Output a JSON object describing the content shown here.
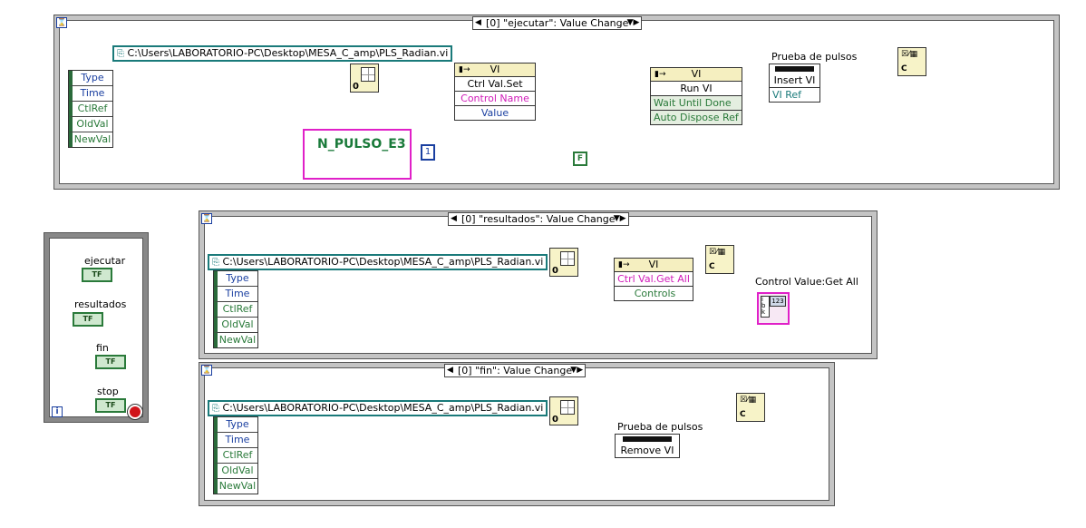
{
  "vi_path": "C:\\Users\\LABORATORIO-PC\\Desktop\\MESA_C_amp\\PLS_Radian.vi",
  "event_node_rows": [
    "Type",
    "Time",
    "CtlRef",
    "OldVal",
    "NewVal"
  ],
  "frame1": {
    "selector": "[0] \"ejecutar\": Value Change",
    "ctrl_val_set": {
      "header": "VI",
      "title": "Ctrl Val.Set",
      "inputs": [
        "Control Name",
        "Value"
      ]
    },
    "run_vi": {
      "header": "VI",
      "title": "Run VI",
      "inputs": [
        "Wait Until Done",
        "Auto Dispose Ref"
      ]
    },
    "insert_vi": {
      "label": "Prueba de pulsos",
      "title": "Insert VI",
      "inputs": [
        "VI Ref"
      ]
    },
    "string_const": "N_PULSO_E3",
    "num_const": "1",
    "bool_const": "F"
  },
  "frame2": {
    "selector": "[0] \"resultados\": Value Change",
    "ctrl_get_all": {
      "header": "VI",
      "title": "Ctrl Val.Get All",
      "outputs": [
        "Controls"
      ]
    },
    "output_label": "Control Value:Get All"
  },
  "frame3": {
    "selector": "[0] \"fin\": Value Change",
    "remove_vi": {
      "label": "Prueba de pulsos",
      "title": "Remove VI"
    }
  },
  "loop": {
    "terminals": [
      {
        "label": "ejecutar",
        "type": "TF"
      },
      {
        "label": "resultados",
        "type": "TF"
      },
      {
        "label": "fin",
        "type": "TF"
      },
      {
        "label": "stop",
        "type": "TF"
      }
    ],
    "iteration": "i"
  },
  "ref_zero": "0",
  "close_icon_text": "C",
  "colors": {
    "reference_wire": "#1a7a7a",
    "error_wire": "#d8c000",
    "string_wire": "#e020c8",
    "numeric_wire": "#1a3fa0",
    "boolean_wire": "#2a7a3a"
  }
}
